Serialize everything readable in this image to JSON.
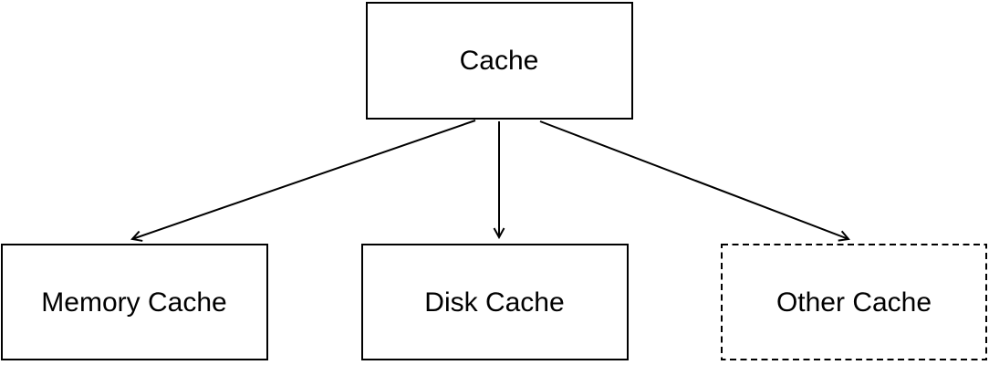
{
  "diagram": {
    "colors": {
      "stroke": "#000000",
      "text": "#000000",
      "background": "#ffffff"
    },
    "nodes": [
      {
        "id": "cache",
        "label": "Cache",
        "border_style": "solid"
      },
      {
        "id": "memory-cache",
        "label": "Memory Cache",
        "border_style": "solid"
      },
      {
        "id": "disk-cache",
        "label": "Disk Cache",
        "border_style": "solid"
      },
      {
        "id": "other-cache",
        "label": "Other Cache",
        "border_style": "dashed"
      }
    ],
    "edges": [
      {
        "from": "cache",
        "to": "memory-cache",
        "arrow": "open-chevron"
      },
      {
        "from": "cache",
        "to": "disk-cache",
        "arrow": "open-chevron"
      },
      {
        "from": "cache",
        "to": "other-cache",
        "arrow": "open-chevron"
      }
    ]
  }
}
